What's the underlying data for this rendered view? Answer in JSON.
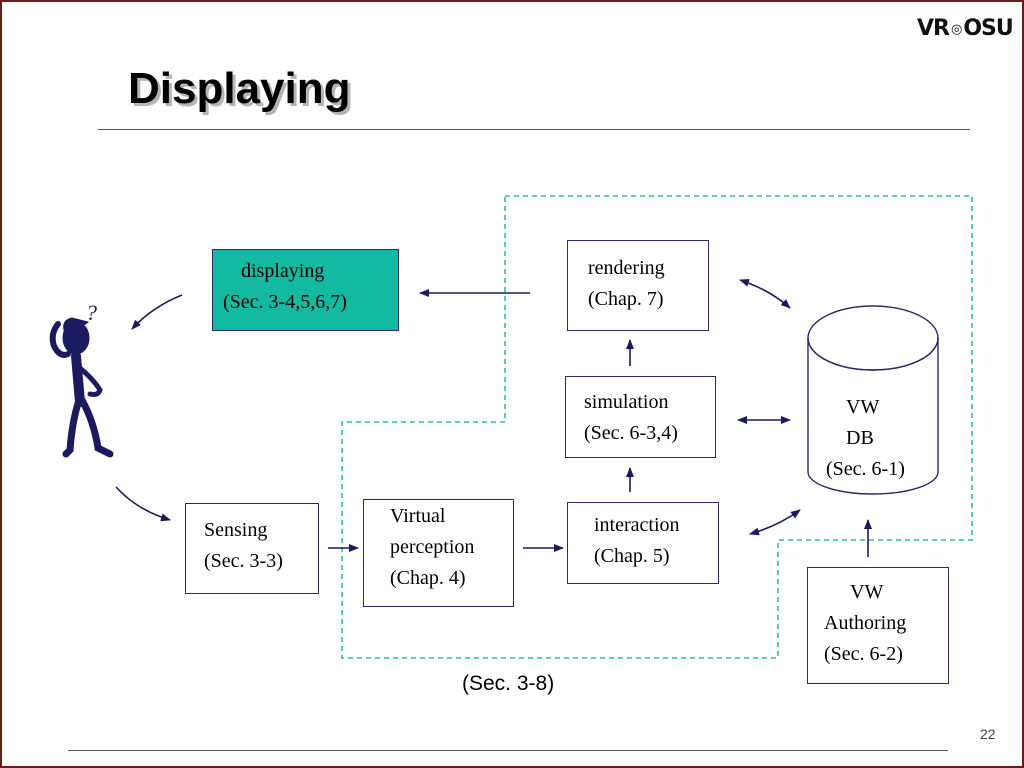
{
  "header": {
    "logo_text_left": "VR",
    "logo_text_right": "OSU",
    "title": "Displaying"
  },
  "diagram": {
    "displaying": {
      "line1": "displaying",
      "line2": "(Sec. 3-4,5,6,7)"
    },
    "rendering": {
      "line1": "rendering",
      "line2": "(Chap. 7)"
    },
    "simulation": {
      "line1": "simulation",
      "line2": "(Sec. 6-3,4)"
    },
    "interaction": {
      "line1": "interaction",
      "line2": "(Chap. 5)"
    },
    "sensing": {
      "line1": "Sensing",
      "line2": "(Sec. 3-3)"
    },
    "virtual_perception": {
      "line1": "Virtual",
      "line2": "perception",
      "line3": "(Chap. 4)"
    },
    "vw_db": {
      "line1": "VW",
      "line2": "DB",
      "line3": "(Sec. 6-1)"
    },
    "vw_authoring": {
      "line1": "VW",
      "line2": "Authoring",
      "line3": "(Sec. 6-2)"
    },
    "question_mark": "?",
    "region_caption": "(Sec. 3-8)"
  },
  "colors": {
    "displaying_fill": "#13b9a0",
    "arrow": "#1a1a5e",
    "dashed_region": "#2ec48f",
    "frame": "#6b1a1a"
  },
  "footer": {
    "page_number": "22"
  }
}
